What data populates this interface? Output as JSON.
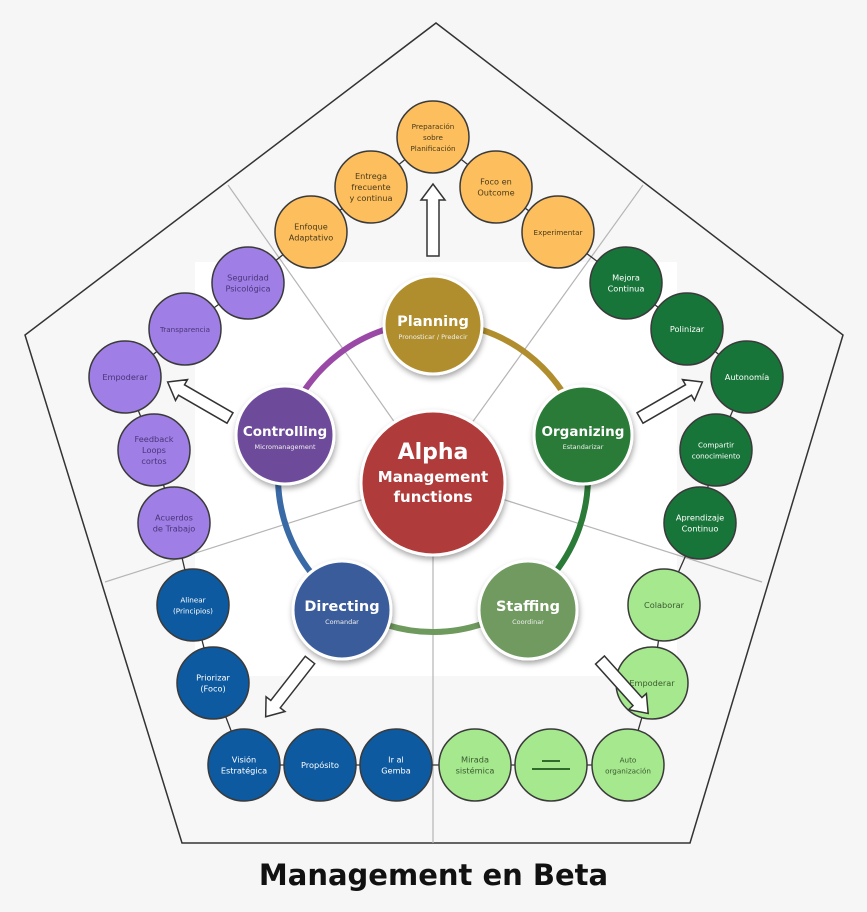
{
  "title": "Management en Beta",
  "center": {
    "line1": "Alpha",
    "line2": "Management",
    "line3": "functions",
    "color": "#b03a3a"
  },
  "functions": [
    {
      "id": "planning",
      "title": "Planning",
      "subtitle": "Pronosticar / Predecir",
      "color": "#b08e2e",
      "arc_color": "#b08e2e"
    },
    {
      "id": "organizing",
      "title": "Organizing",
      "subtitle": "Estandarizar",
      "color": "#2a7a38",
      "arc_color": "#2a7a38"
    },
    {
      "id": "staffing",
      "title": "Staffing",
      "subtitle": "Coordinar",
      "color": "#6f9a5e",
      "arc_color": "#6f9a5e"
    },
    {
      "id": "directing",
      "title": "Directing",
      "subtitle": "Comandar",
      "color": "#3a5c9a",
      "arc_color": "#3a6aa6"
    },
    {
      "id": "controlling",
      "title": "Controlling",
      "subtitle": "Micromanagement",
      "color": "#6e4c9a",
      "arc_color": "#9a4aa6"
    }
  ],
  "beta_groups": [
    {
      "id": "planning-beta",
      "color": "#fdbf5e",
      "text_color": "#4a3a1a",
      "items": [
        [
          "Enfoque",
          "Adaptativo"
        ],
        [
          "Entrega",
          "frecuente",
          "y continua"
        ],
        [
          "Preparación",
          "sobre",
          "Planificación"
        ],
        [
          "Foco en",
          "Outcome"
        ],
        [
          "Experimentar"
        ]
      ]
    },
    {
      "id": "organizing-beta",
      "color": "#18753a",
      "text_color": "#ffffff",
      "items": [
        [
          "Mejora",
          "Continua"
        ],
        [
          "Polinizar"
        ],
        [
          "Autonomía"
        ],
        [
          "Compartir",
          "conocimiento"
        ],
        [
          "Aprendizaje",
          "Continuo"
        ]
      ]
    },
    {
      "id": "staffing-beta",
      "color": "#a6e88e",
      "text_color": "#3a5a30",
      "items": [
        [
          "Colaborar"
        ],
        [
          "Empoderar"
        ],
        [
          "Auto",
          "organización"
        ],
        [
          "═══"
        ],
        [
          "Mirada",
          "sistémica"
        ]
      ]
    },
    {
      "id": "directing-beta",
      "color": "#0d5aa0",
      "text_color": "#ffffff",
      "items": [
        [
          "Ir al",
          "Gemba"
        ],
        [
          "Propósito"
        ],
        [
          "Visión",
          "Estratégica"
        ],
        [
          "Priorizar",
          "(Foco)"
        ],
        [
          "Alinear",
          "(Principios)"
        ]
      ]
    },
    {
      "id": "controlling-beta",
      "color": "#9f7fe6",
      "text_color": "#4a3478",
      "items": [
        [
          "Acuerdos",
          "de Trabajo"
        ],
        [
          "Feedback",
          "Loops",
          "cortos"
        ],
        [
          "Empoderar"
        ],
        [
          "Transparencia"
        ],
        [
          "Seguridad",
          "Psicológica"
        ]
      ]
    }
  ]
}
